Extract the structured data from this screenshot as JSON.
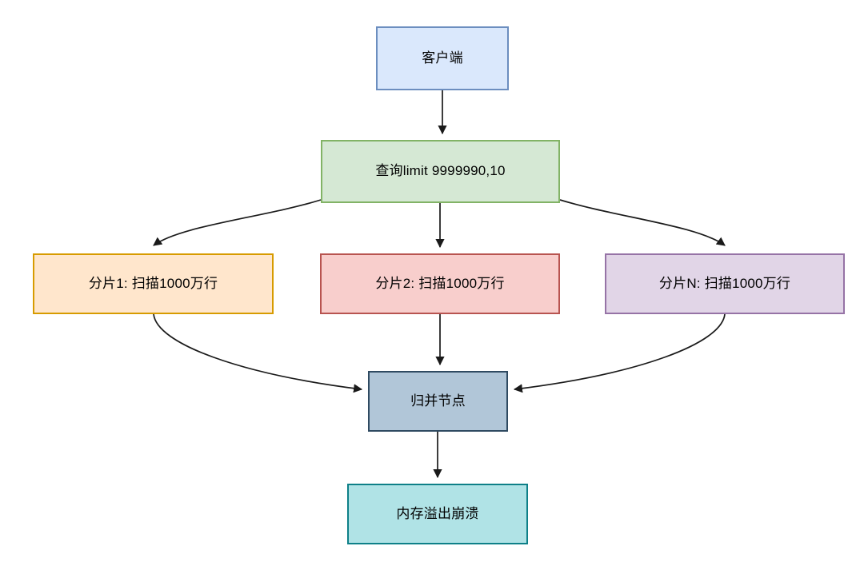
{
  "diagram": {
    "title": "",
    "background": "#ffffff",
    "nodes": [
      {
        "id": "client",
        "label": "客户端",
        "fill": "#dae8fc",
        "stroke": "#6c8ebf"
      },
      {
        "id": "query",
        "label": "查询limit 9999990,10",
        "fill": "#d5e8d4",
        "stroke": "#82b366"
      },
      {
        "id": "shard1",
        "label": "分片1: 扫描1000万行",
        "fill": "#ffe6cc",
        "stroke": "#d79b00"
      },
      {
        "id": "shard2",
        "label": "分片2: 扫描1000万行",
        "fill": "#f8cecc",
        "stroke": "#b85450"
      },
      {
        "id": "shardn",
        "label": "分片N: 扫描1000万行",
        "fill": "#e1d5e7",
        "stroke": "#9673a6"
      },
      {
        "id": "merge",
        "label": "归并节点",
        "fill": "#b1c6d8",
        "stroke": "#2f4a61"
      },
      {
        "id": "oom",
        "label": "内存溢出崩溃",
        "fill": "#b0e3e6",
        "stroke": "#0e8088"
      }
    ],
    "edges": [
      {
        "id": "client-to-query",
        "from": "client",
        "to": "query",
        "label": "",
        "style": "straight"
      },
      {
        "id": "query-to-shard1",
        "from": "query",
        "to": "shard1",
        "label": "",
        "style": "curved"
      },
      {
        "id": "query-to-shard2",
        "from": "query",
        "to": "shard2",
        "label": "",
        "style": "straight"
      },
      {
        "id": "query-to-shardn",
        "from": "query",
        "to": "shardn",
        "label": "",
        "style": "curved"
      },
      {
        "id": "shard1-to-merge",
        "from": "shard1",
        "to": "merge",
        "label": "",
        "style": "curved"
      },
      {
        "id": "shard2-to-merge",
        "from": "shard2",
        "to": "merge",
        "label": "",
        "style": "straight"
      },
      {
        "id": "shardn-to-merge",
        "from": "shardn",
        "to": "merge",
        "label": "",
        "style": "curved"
      },
      {
        "id": "merge-to-oom",
        "from": "merge",
        "to": "oom",
        "label": "",
        "style": "straight"
      }
    ],
    "edge_color": "#1a1a1a"
  }
}
